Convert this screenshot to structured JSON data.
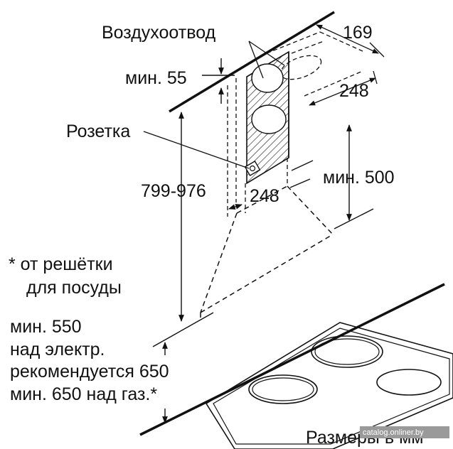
{
  "labels": {
    "duct": "Воздухоотвод",
    "socket": "Розетка",
    "dim_169": "169",
    "dim_248_top": "248",
    "dim_248_bottom": "248",
    "min_55": "мин. 55",
    "range_799_976": "799-976",
    "min_500": "мин. 500",
    "note_line1": "* от решётки",
    "note_line2": "для посуды",
    "req_line1": "мин. 550",
    "req_line2": "над электр.",
    "req_line3": "рекомендуется 650",
    "req_line4": "мин. 650 над газ.*",
    "units": "Размеры в мм",
    "watermark": "catalog.onliner.by"
  },
  "colors": {
    "ink": "#111111",
    "background": "#ffffff",
    "watermark_bg": "#9a9a9a"
  }
}
